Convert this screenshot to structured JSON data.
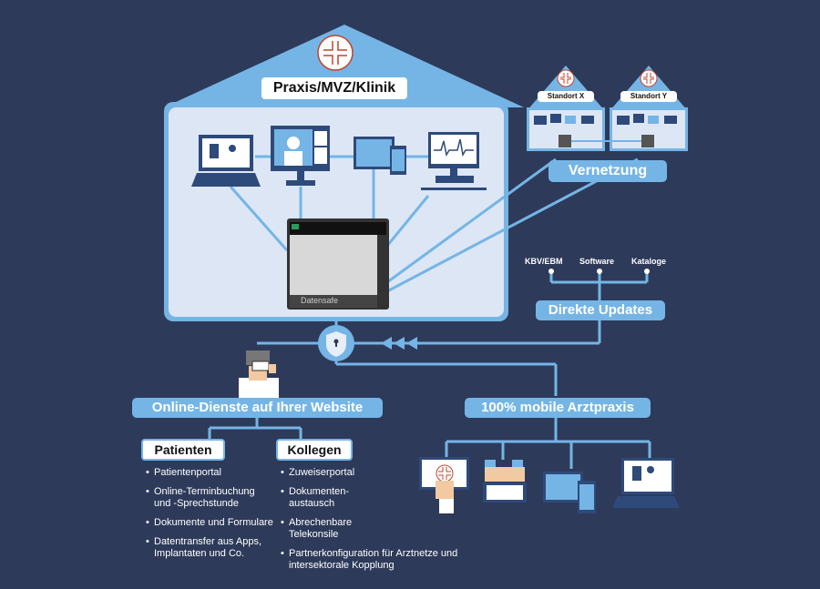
{
  "main_house": {
    "title": "Praxis/MVZ/Klinik",
    "server_brand": "Datensafe",
    "devices": [
      "laptop-icon",
      "monitor-icon",
      "tablet-phone-icon",
      "ecg-workstation-icon"
    ]
  },
  "sites": [
    {
      "label": "Standort X"
    },
    {
      "label": "Standort Y"
    }
  ],
  "networking": {
    "label": "Vernetzung"
  },
  "updates": {
    "label": "Direkte Updates",
    "sources": [
      "KBV/EBM",
      "Software",
      "Kataloge"
    ]
  },
  "security": {
    "icon": "shield-lock-icon"
  },
  "online_services": {
    "label": "Online-Dienste auf Ihrer Website",
    "groups": [
      {
        "title": "Patienten",
        "items": [
          "Patientenportal",
          "Online-Terminbuchung und -Sprechstunde",
          "Dokumente und Formulare",
          "Datentransfer aus Apps, Implantaten und Co."
        ]
      },
      {
        "title": "Kollegen",
        "items": [
          "Zuweiserportal",
          "Dokumenten-austausch",
          "Abrechenbare Telekonsile",
          "Partnerkonfiguration für Arztnetze und intersektorale Kopplung"
        ]
      }
    ]
  },
  "mobile": {
    "label": "100% mobile Arztpraxis",
    "devices": [
      "touch-tablet-icon",
      "hands-keyboard-icon",
      "tablet-phone-icon",
      "laptop-icon"
    ]
  },
  "colors": {
    "background": "#2e3a5a",
    "accent_blue": "#74b5e6",
    "house_inner": "#dde6f4",
    "medical_red": "#c0452e"
  }
}
